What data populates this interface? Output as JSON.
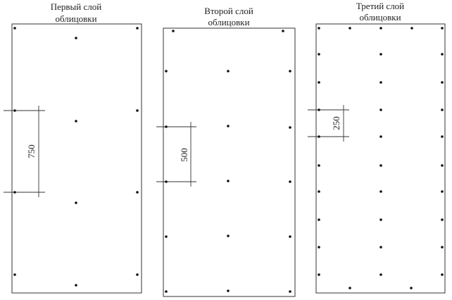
{
  "panels": [
    {
      "title_line1": "Первый слой",
      "title_line2": "облицовки",
      "dimension": "750"
    },
    {
      "title_line1": "Второй слой",
      "title_line2": "облицовки",
      "dimension": "500"
    },
    {
      "title_line1": "Третий слой",
      "title_line2": "облицовки",
      "dimension": "250"
    }
  ]
}
